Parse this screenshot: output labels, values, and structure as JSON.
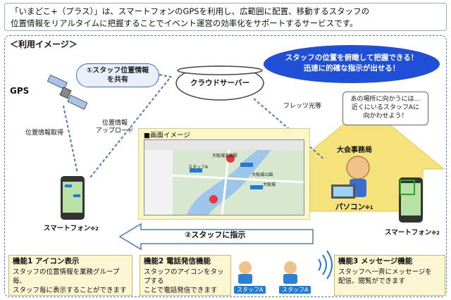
{
  "intro": {
    "line1": "「いまどこ+（プラス）」は、スマートフォンのGPSを利用し、広範囲に配置、移動するスタッフの",
    "line2": "位置情報をリアルタイムに把握することでイベント運営の効率化をサポートするサービスです。"
  },
  "usage_title": "＜利用イメージ＞",
  "gps_label": "GPS",
  "share_pill": {
    "line1": "①スタッフ位置情報",
    "line2": "を共有"
  },
  "cloud_label": "クラウドサーバー",
  "blue_oval": {
    "line1": "スタッフの位置を俯瞰して把握できる！",
    "line2": "迅速に的確な指示が出せる！"
  },
  "flets_label": "フレッツ光等",
  "loc_acquire_label": "位置情報取得",
  "upload_label": {
    "line1": "位置情報",
    "line2": "アップロード"
  },
  "screen_title": "■画面イメージ",
  "bubble": {
    "line1": "あの場所に向かうには…",
    "line2": "近くにいるスタッフAに",
    "line3": "向かわせよう！"
  },
  "house_label": "大会事務局",
  "pc_label": "パソコン",
  "pc_note": "※1",
  "phone_left_label": "スマートフォン",
  "phone_left_note": "※2",
  "phone_right_label": "スマートフォン",
  "phone_right_note": "※2",
  "instruction_arrow": "②スタッフに指示",
  "map_labels": {
    "station1": "大阪城北詰駅",
    "staff_a": "スタッフA",
    "station2": "大阪城公園",
    "station3": "大阪城"
  },
  "func1": {
    "title": "機能1 アイコン表示",
    "line1": "スタッフの位置情報を業務グループ毎、",
    "line2": "スタッフ毎に表示することができます"
  },
  "func2": {
    "title": "機能2 電話発信機能",
    "line1": "スタッフのアイコンをタップする",
    "line2": "ことで電話発信できます"
  },
  "func3": {
    "title": "機能3 メッセージ機能",
    "line1": "スタッフへ一斉にメッセージを",
    "line2": "配信、閲覧ができます"
  },
  "staff_tag": "スタッフA",
  "staff_tag2": "スタッフA",
  "colors": {
    "accent_blue": "#1f4fd6",
    "frame": "#4a78c2",
    "house": "#f5e27a",
    "func_bg": "#fdf6d5"
  }
}
